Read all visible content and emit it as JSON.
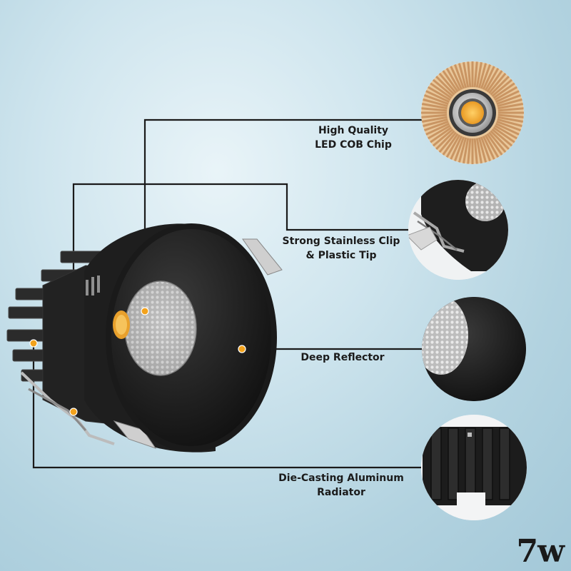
{
  "callouts": [
    {
      "line1": "High Quality",
      "line2": "LED COB Chip"
    },
    {
      "line1": "Strong Stainless Clip",
      "line2": "& Plastic Tip"
    },
    {
      "line1": "Deep Reflector",
      "line2": ""
    },
    {
      "line1": "Die-Casting Aluminum",
      "line2": "Radiator"
    }
  ],
  "wattage": "7w",
  "colors": {
    "marker_dot": "#f2a21c",
    "leader_line": "#1a1a1a",
    "fixture_body": "#1c1c1c",
    "led_chip": "#f6b242"
  },
  "icons": [
    "downlight-fixture",
    "cob-chip-closeup",
    "spring-clip-closeup",
    "reflector-closeup",
    "heatsink-closeup"
  ]
}
